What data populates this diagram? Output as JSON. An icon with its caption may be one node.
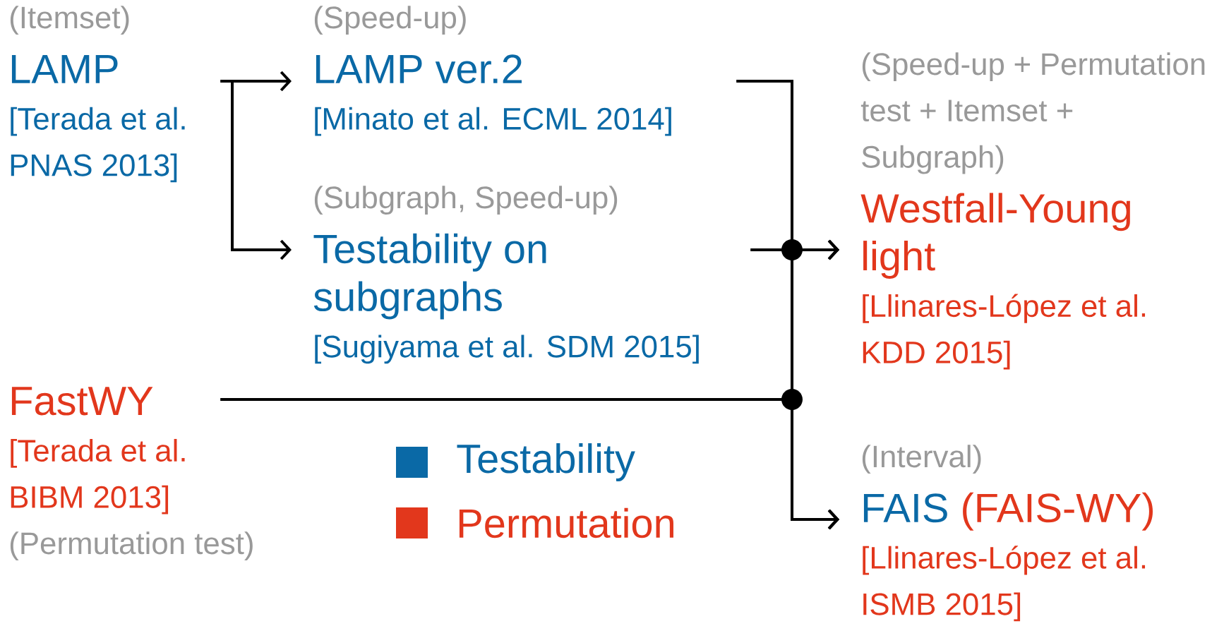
{
  "diagram": {
    "nodes": [
      {
        "text": [
          "(Itemset)",
          "LAMP",
          "[Terada et al. PNAS 2013]"
        ]
      },
      {
        "text": [
          "(Speed-up)",
          "LAMP ver.2",
          "[Minato et al. ECML 2014]"
        ]
      },
      {
        "text": [
          "(Subgraph, Speed-up)",
          "Testability on subgraphs",
          "[Sugiyama et al. SDM 2015]"
        ]
      },
      {
        "text": [
          "(Speed-up + Permutation test + Itemset + Subgraph)",
          "Westfall-Young light",
          "[Llinares-López et al. KDD 2015]"
        ]
      },
      {
        "text": [
          "FastWY",
          "[Terada et al. BIBM 2013]"
        ],
        "beside": [
          "(Permutation test)"
        ]
      },
      {
        "text": [
          "(Interval)",
          "FAIS",
          "(FAIS-WY)",
          "[Llinares-López et al. ISMB 2015]"
        ]
      }
    ],
    "edges": [
      {
        "from": 0,
        "to": 1,
        "arrow": "to"
      },
      {
        "from": 0,
        "to": 2,
        "arrow": "to"
      },
      {
        "from": 1,
        "to": 3,
        "arrow": "to"
      },
      {
        "from": 2,
        "to": 3,
        "arrow": "to"
      },
      {
        "from": 4,
        "to": 3,
        "arrow": "to"
      },
      {
        "from": 1,
        "to": 5,
        "arrow": "to"
      },
      {
        "from": 2,
        "to": 5,
        "arrow": "to"
      },
      {
        "from": 4,
        "to": 5,
        "arrow": "to"
      }
    ],
    "legend": [
      {
        "text": "Testability",
        "color": "#0a69a6"
      },
      {
        "text": "Permutation",
        "color": "#e2371c"
      }
    ]
  }
}
